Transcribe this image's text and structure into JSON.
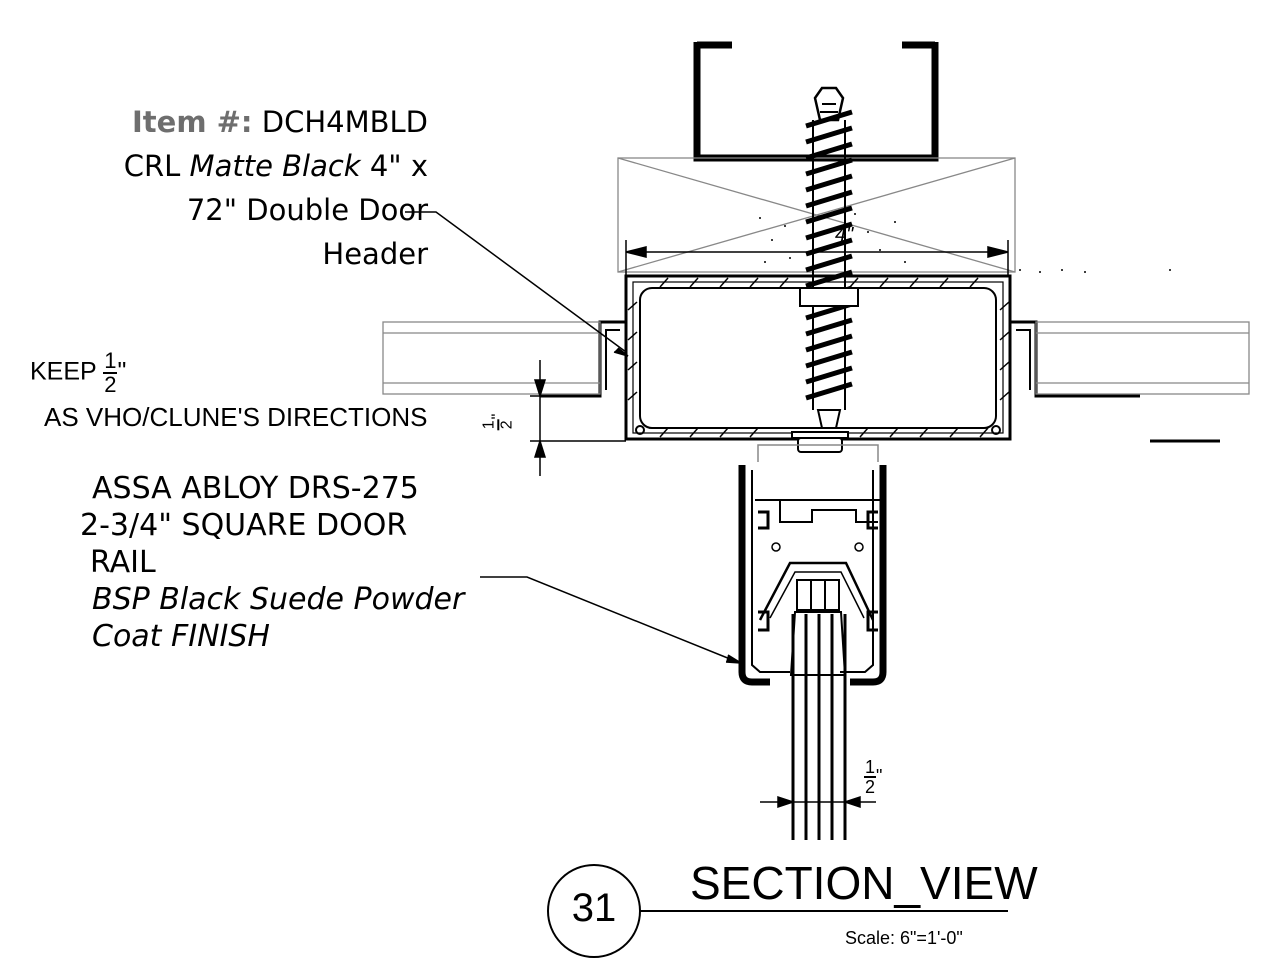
{
  "item_note": {
    "item_label": "Item #:",
    "item_number": "DCH4MBLD",
    "brand": "CRL",
    "finish": "Matte Black",
    "size_suffix": "4\" x",
    "line3": "72\" Double Door",
    "line4": "Header"
  },
  "keep_note": {
    "prefix": "KEEP",
    "frac_num": "1",
    "frac_den": "2",
    "suffix": "\"",
    "directions": "AS VHO/CLUNE'S DIRECTIONS"
  },
  "rail_note": {
    "line1": "ASSA ABLOY DRS-275",
    "line2": "2-3/4\" SQUARE DOOR",
    "line3": "RAIL",
    "finish_line1": "BSP Black Suede Powder",
    "finish_line2": "Coat FINISH"
  },
  "dimensions": {
    "header_width": "4\"",
    "gap_num": "1",
    "gap_den": "2",
    "gap_unit": "\"",
    "glass_num": "1",
    "glass_den": "2",
    "glass_unit": "\""
  },
  "title_block": {
    "detail_number": "31",
    "title": "SECTION_VIEW",
    "scale": "Scale: 6\"=1'-0\""
  },
  "colors": {
    "line": "#000000",
    "grey_text": "#6e6e6e",
    "light_line": "#888888"
  }
}
